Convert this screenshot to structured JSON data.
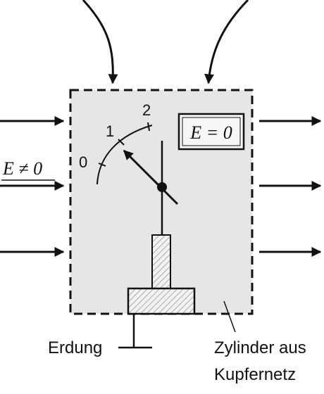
{
  "labels": {
    "field_outside": "E ≠ 0",
    "field_inside": "E = 0",
    "scale": [
      "0",
      "1",
      "2"
    ],
    "grounding": "Erdung",
    "cage_line1": "Zylinder aus",
    "cage_line2": "Kupfernetz"
  },
  "colors": {
    "cage_fill": "#e6e6e6",
    "stroke": "#111111",
    "background": "#ffffff"
  }
}
